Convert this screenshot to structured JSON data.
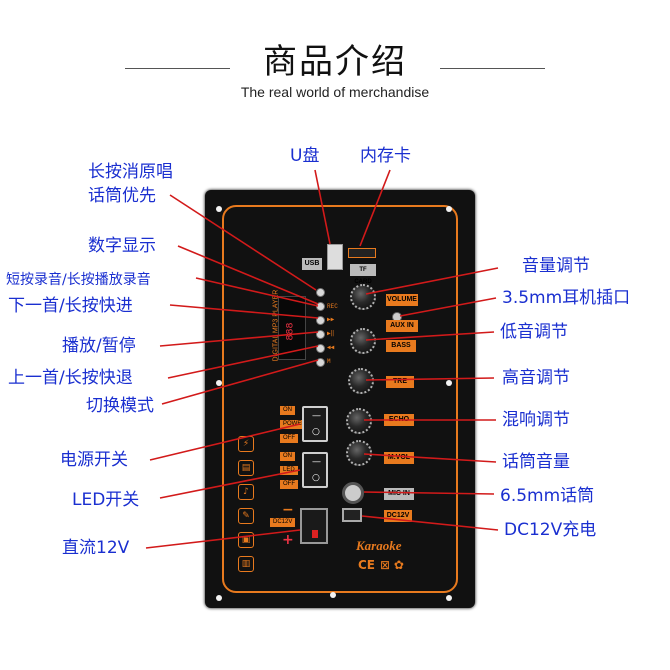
{
  "header": {
    "title": "商品介绍",
    "subtitle": "The real world of merchandise"
  },
  "labels_left": [
    {
      "key": "long_press_vocal",
      "text": "长按消原唱"
    },
    {
      "key": "mic_priority",
      "text": "话筒优先"
    },
    {
      "key": "digital_display",
      "text": "数字显示"
    },
    {
      "key": "record",
      "text": "短按录音/长按播放录音"
    },
    {
      "key": "next",
      "text": "下一首/长按快进"
    },
    {
      "key": "play_pause",
      "text": "播放/暂停"
    },
    {
      "key": "prev",
      "text": "上一首/长按快退"
    },
    {
      "key": "mode",
      "text": "切换模式"
    },
    {
      "key": "power",
      "text": "电源开关"
    },
    {
      "key": "led",
      "text": "LED开关"
    },
    {
      "key": "dc",
      "text": "直流12V"
    }
  ],
  "labels_top": [
    {
      "key": "usb",
      "text": "U盘"
    },
    {
      "key": "tf",
      "text": "内存卡"
    }
  ],
  "labels_right": [
    {
      "key": "volume",
      "text": "音量调节"
    },
    {
      "key": "aux",
      "text": "3.5mm耳机插口"
    },
    {
      "key": "bass",
      "text": "低音调节"
    },
    {
      "key": "treble",
      "text": "高音调节"
    },
    {
      "key": "echo",
      "text": "混响调节"
    },
    {
      "key": "mic_vol",
      "text": "话筒音量"
    },
    {
      "key": "mic_jack",
      "text": "6.5mm话筒"
    },
    {
      "key": "dc_charge",
      "text": "DC12V充电"
    }
  ],
  "panel": {
    "usb_tag": "USB",
    "tf_tag": "TF CARD",
    "volume_tag": "VOLUME",
    "aux_tag": "AUX IN",
    "bass_tag": "BASS",
    "treble_tag": "TRE",
    "echo_tag": "ECHO",
    "mvol_tag": "M.VOL",
    "mic_tag": "MIC IN",
    "dc_tag": "DC12V",
    "dc_tag2": "DC12V",
    "power_tag": "POWER",
    "led_tag": "LED",
    "on": "ON",
    "off": "OFF",
    "on2": "ON",
    "off2": "OFF",
    "vertical_text": "DIGITAL MP3 PLAYER",
    "brand": "Karaoke",
    "cert": "CE",
    "minus": "−",
    "plus": "+"
  },
  "colors": {
    "label": "#1a2fd0",
    "leader": "#d21a1a",
    "accent": "#e87a1e",
    "panel": "#111111"
  }
}
